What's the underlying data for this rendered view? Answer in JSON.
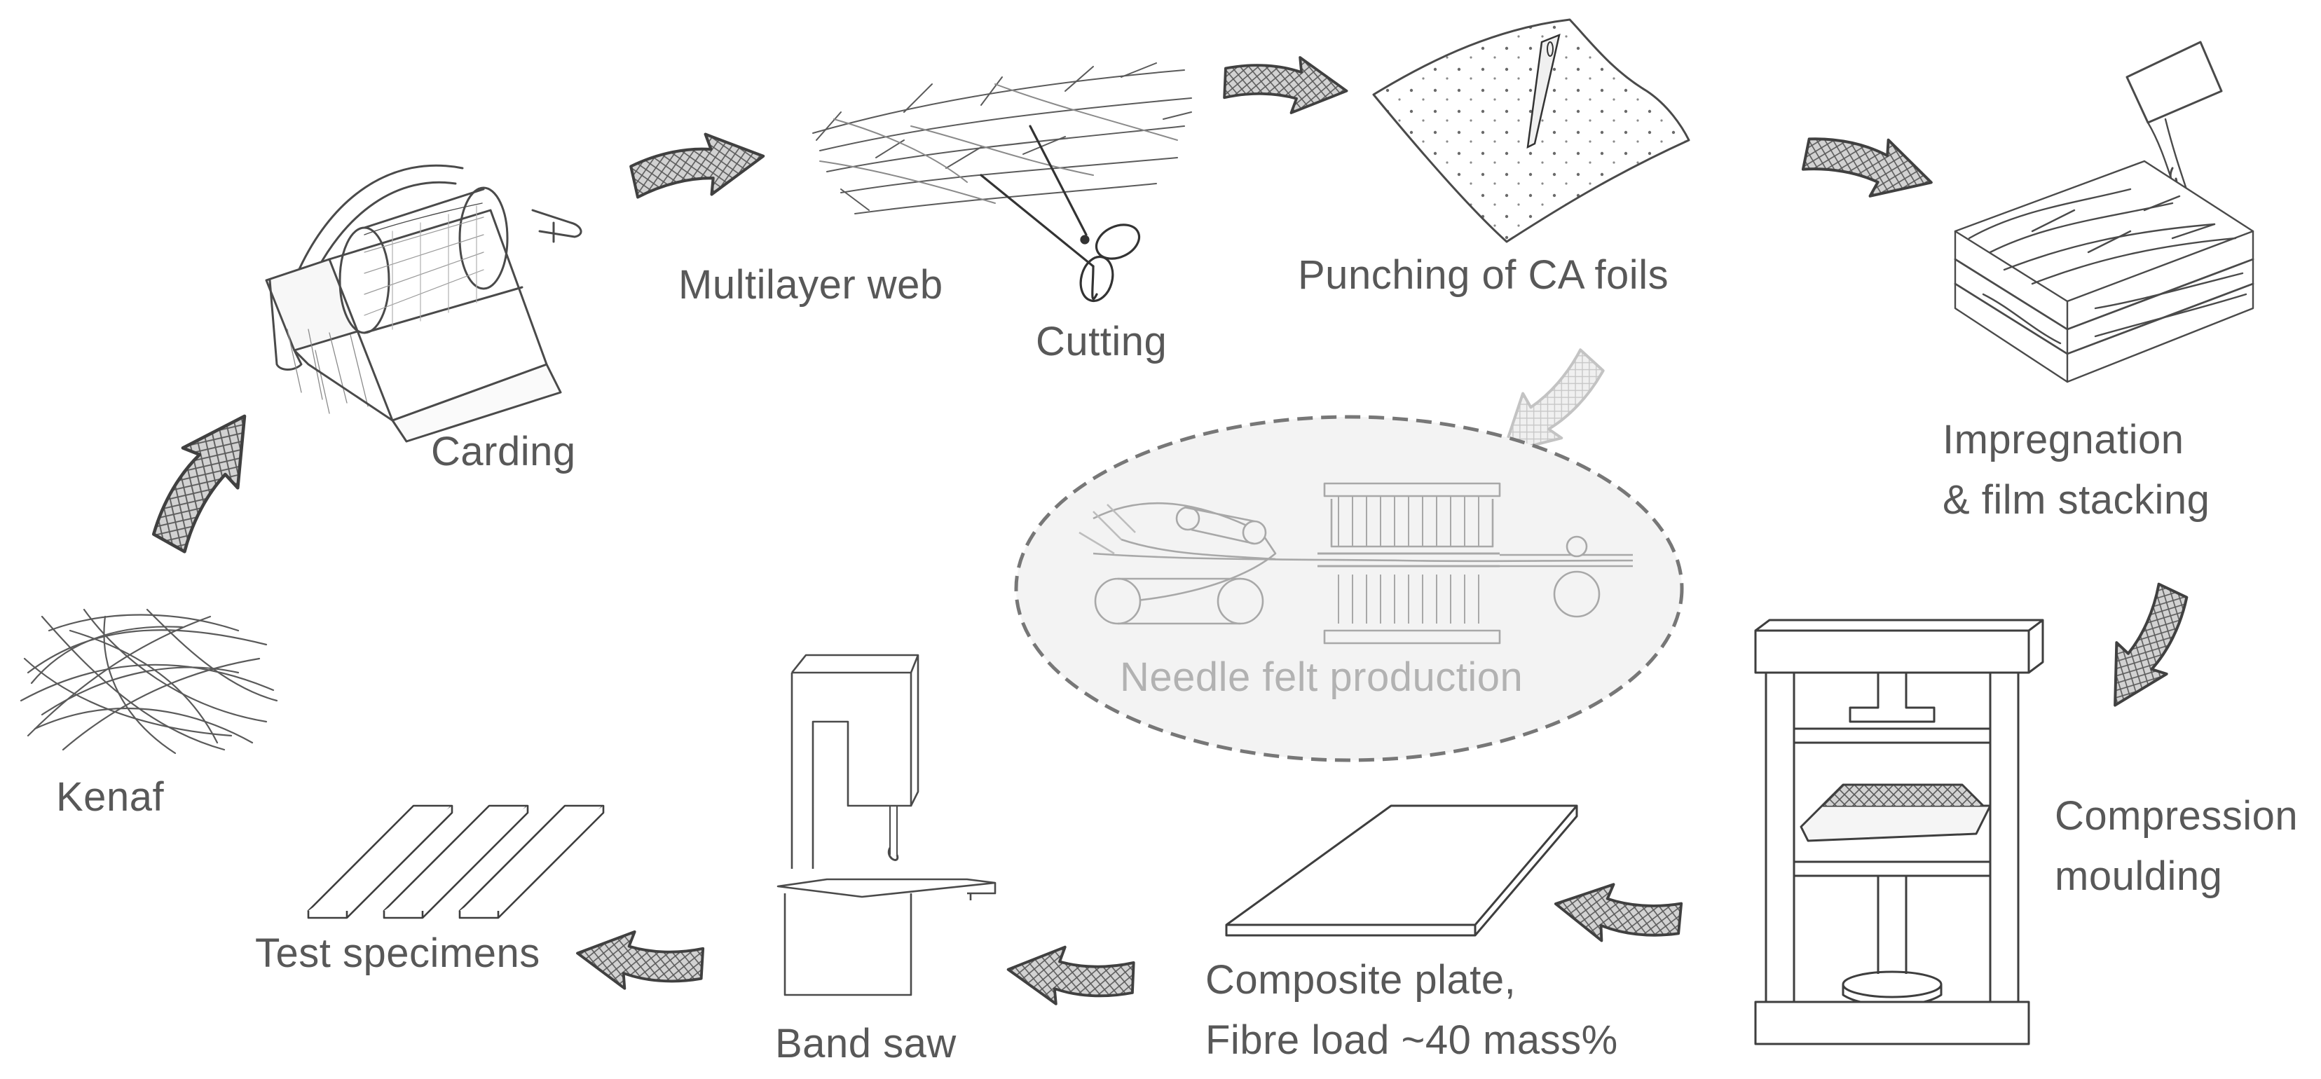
{
  "diagram": {
    "steps": {
      "kenaf": "Kenaf",
      "carding": "Carding",
      "multilayer_web": "Multilayer web",
      "cutting": "Cutting",
      "punching": "Punching of CA foils",
      "impregnation_line1": "Impregnation",
      "impregnation_line2": "& film stacking",
      "compression_line1": "Compression",
      "compression_line2": "moulding",
      "composite_line1": "Composite plate,",
      "composite_line2": "Fibre load ~40 mass%",
      "band_saw": "Band saw",
      "test_specimens": "Test specimens"
    },
    "alternative_step": "Needle felt production",
    "colors": {
      "text": "#585858",
      "faded_text": "#b2b2b2",
      "arrow_fill": "#c4c4c4",
      "sketch_stroke": "#4a4a4a"
    },
    "icons": [
      "kenaf-fibre-sketch",
      "carding-machine-sketch",
      "fibre-web-sketch",
      "scissors-icon",
      "ca-foil-needle-sketch",
      "stacked-layers-sketch",
      "compression-press-sketch",
      "composite-plate-sketch",
      "band-saw-sketch",
      "test-specimen-strips-sketch",
      "needle-felt-machine-sketch",
      "process-arrow-icon"
    ]
  }
}
